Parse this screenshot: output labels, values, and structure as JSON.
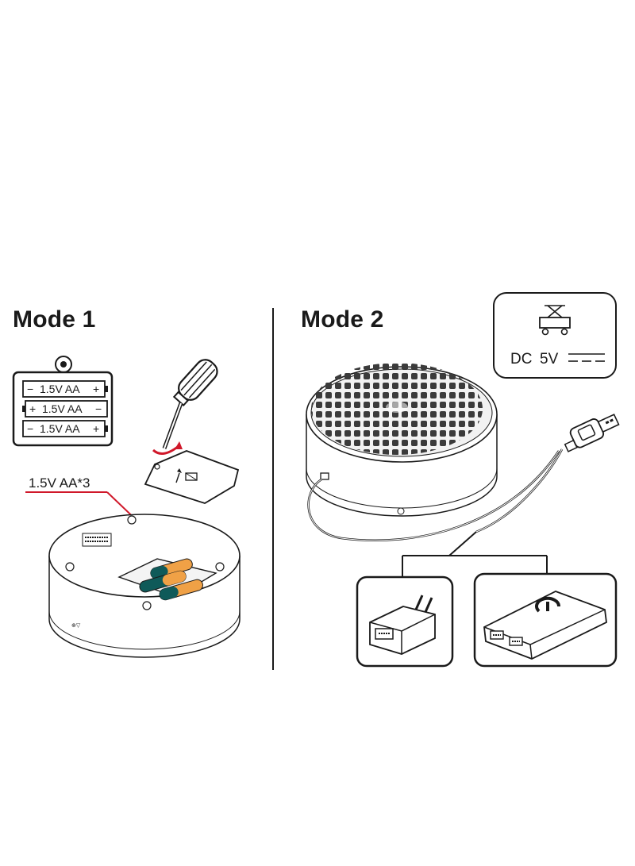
{
  "mode1": {
    "title": "Mode 1",
    "battery_holder": {
      "rows": [
        {
          "left": "−",
          "text": "1.5V AA",
          "right": "+"
        },
        {
          "left": "+",
          "text": "1.5V AA",
          "right": "−"
        },
        {
          "left": "−",
          "text": "1.5V AA",
          "right": "+"
        }
      ]
    },
    "battery_label": "1.5V AA*3"
  },
  "mode2": {
    "title": "Mode 2",
    "power_spec": {
      "dc_label": "DC",
      "voltage": "5V"
    }
  },
  "colors": {
    "accent_red": "#d0182a",
    "battery_teal": "#0f5a59",
    "battery_orange": "#f0a146",
    "line": "#1a1a1a"
  },
  "icons": [
    "screwdriver-icon",
    "battery-holder-icon",
    "speaker-base-icon",
    "usb-cable-icon",
    "wall-adapter-icon",
    "power-bank-icon",
    "tram-symbol-icon"
  ]
}
